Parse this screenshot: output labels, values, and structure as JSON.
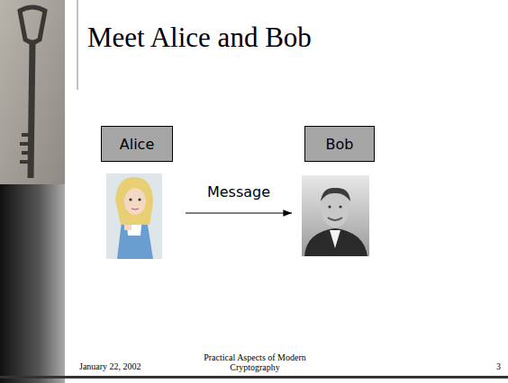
{
  "diagram": {
    "title": "Meet Alice and Bob",
    "nodes": [
      {
        "text": [
          "Alice"
        ]
      },
      {
        "text": [
          "Bob"
        ]
      }
    ],
    "edges": [
      {
        "from": 0,
        "to": 1,
        "label": "Message",
        "arrow": "to"
      }
    ],
    "labels": [
      "January 22, 2002",
      "Practical Aspects of Modern Cryptography",
      "3"
    ]
  }
}
